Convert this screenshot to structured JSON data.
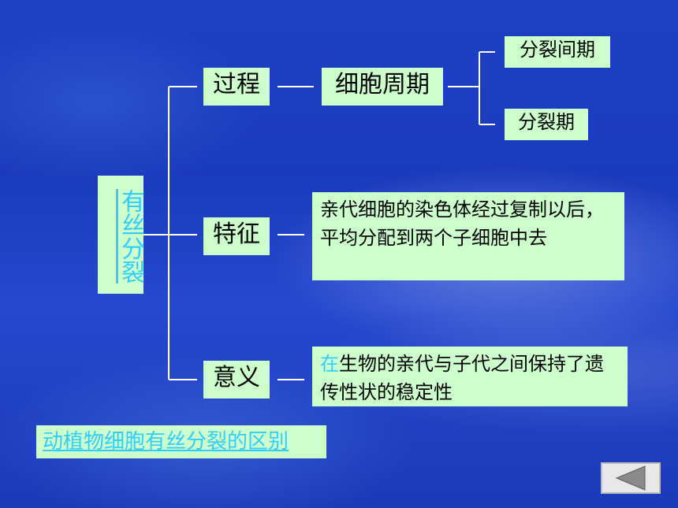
{
  "root_label": "有丝分裂",
  "branches": {
    "process": {
      "label": "过程",
      "child": "细胞周期"
    },
    "feature": {
      "label": "特征",
      "description": "亲代细胞的染色体经过复制以后，平均分配到两个子细胞中去"
    },
    "meaning": {
      "label": "意义",
      "description_first_char": "在",
      "description_rest": "生物的亲代与子代之间保持了遗传性状的稳定性"
    }
  },
  "cell_cycle_phases": [
    "分裂间期",
    "分裂期"
  ],
  "link_text": "动植物细胞有丝分裂的区别",
  "nav": {
    "back_icon": "left-triangle-icon"
  },
  "colors": {
    "background": "#1d40c4",
    "box_fill": "#ccffcc",
    "link_text": "#33ccff",
    "line": "#ffffff"
  }
}
